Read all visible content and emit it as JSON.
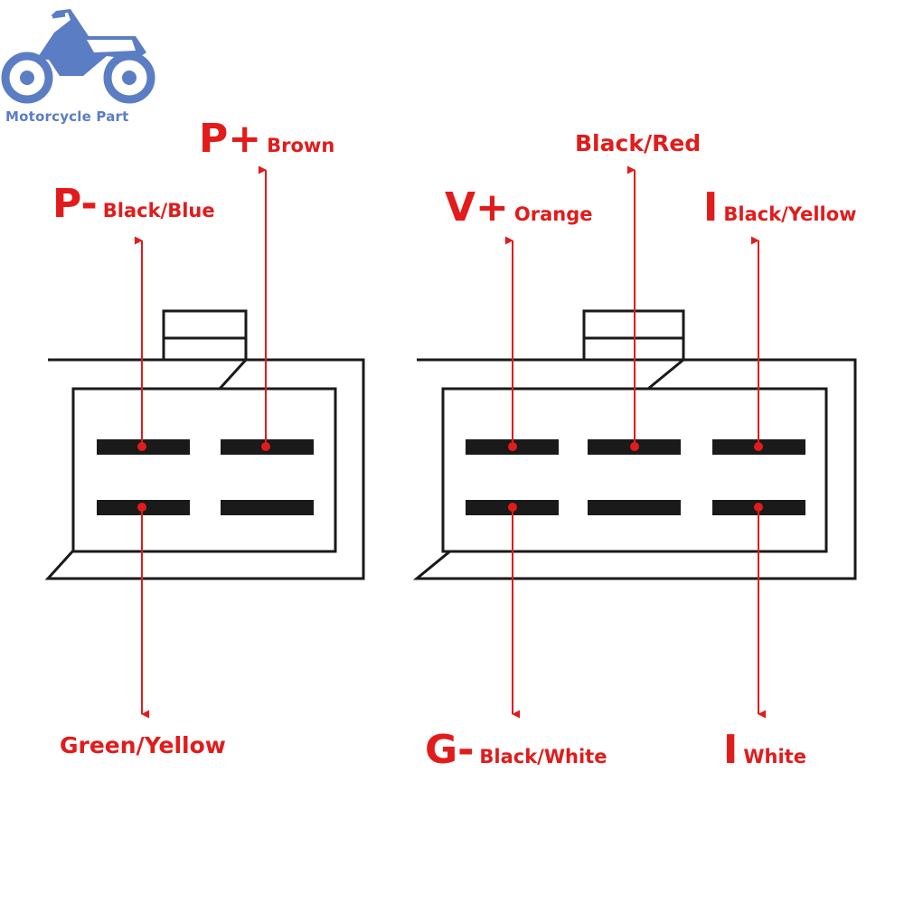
{
  "logo": {
    "text": "Motorcycle Part",
    "icon": "motorcycle-icon",
    "color": "#5b7dc4"
  },
  "colors": {
    "accent": "#e21b1b",
    "line": "#1a1a1a",
    "pin": "#1a1a1a"
  },
  "connector_left": {
    "labels": [
      {
        "symbol": "P-",
        "wire": "Black/Blue"
      },
      {
        "symbol": "P+",
        "wire": "Brown"
      },
      {
        "symbol": "",
        "wire": "Green/Yellow"
      }
    ]
  },
  "connector_right": {
    "labels": [
      {
        "symbol": "V+",
        "wire": "Orange"
      },
      {
        "symbol": "",
        "wire": "Black/Red"
      },
      {
        "symbol": "I",
        "wire": "Black/Yellow"
      },
      {
        "symbol": "G-",
        "wire": "Black/White"
      },
      {
        "symbol": "I",
        "wire": "White"
      }
    ]
  }
}
